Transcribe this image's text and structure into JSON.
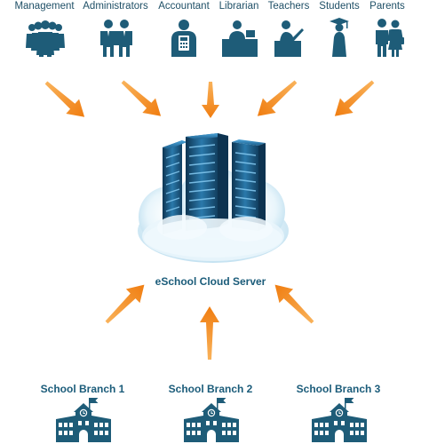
{
  "roles": [
    {
      "label": "Management",
      "icon": "group-icon"
    },
    {
      "label": "Administrators",
      "icon": "administrators-icon"
    },
    {
      "label": "Accountant",
      "icon": "accountant-icon"
    },
    {
      "label": "Librarian",
      "icon": "librarian-icon"
    },
    {
      "label": "Teachers",
      "icon": "teacher-icon"
    },
    {
      "label": "Students",
      "icon": "graduate-icon"
    },
    {
      "label": "Parents",
      "icon": "parents-icon"
    }
  ],
  "server": {
    "label": "eSchool Cloud Server",
    "icon": "cloud-server-icon"
  },
  "branches": [
    {
      "label": "School Branch 1",
      "icon": "school-building-icon"
    },
    {
      "label": "School Branch 2",
      "icon": "school-building-icon"
    },
    {
      "label": "School Branch 3",
      "icon": "school-building-icon"
    }
  ],
  "colors": {
    "icon": "#1e5c78",
    "arrow": "#f5921e",
    "cloud": "#d6edf7",
    "server": "#1a5a85"
  }
}
